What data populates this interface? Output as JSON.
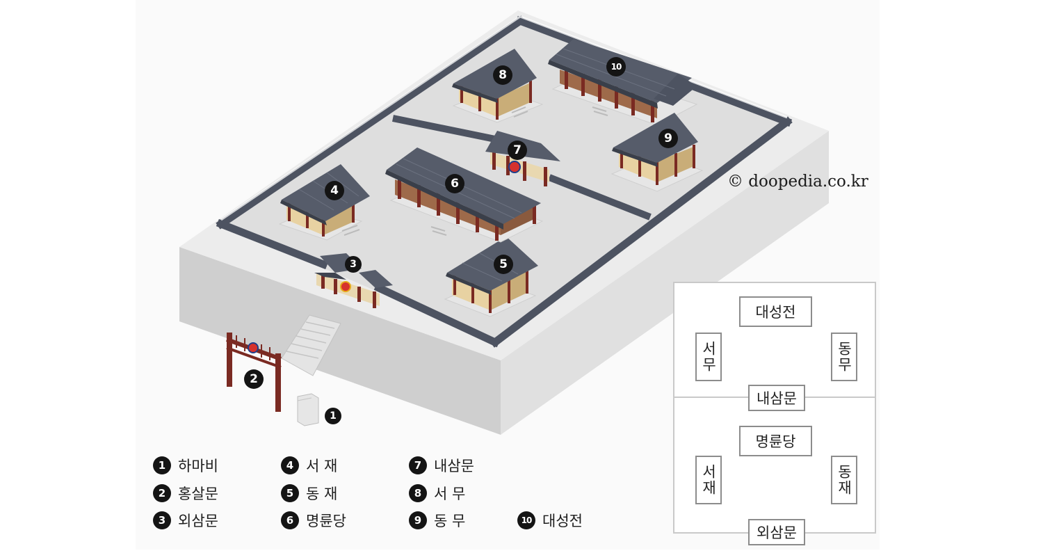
{
  "copyright": "© doopedia.co.kr",
  "markers": [
    "1",
    "2",
    "3",
    "4",
    "5",
    "6",
    "7",
    "8",
    "9",
    "10"
  ],
  "legend": [
    {
      "num": "1",
      "label": "하마비"
    },
    {
      "num": "2",
      "label": "홍살문"
    },
    {
      "num": "3",
      "label": "외삼문"
    },
    {
      "num": "4",
      "label": "서 재"
    },
    {
      "num": "5",
      "label": "동 재"
    },
    {
      "num": "6",
      "label": "명륜당"
    },
    {
      "num": "7",
      "label": "내삼문"
    },
    {
      "num": "8",
      "label": "서 무"
    },
    {
      "num": "9",
      "label": "동 무"
    },
    {
      "num": "10",
      "label": "대성전"
    }
  ],
  "plan": {
    "upper": {
      "top": "대성전",
      "left": "서무",
      "right": "동무",
      "gate": "내삼문"
    },
    "lower": {
      "top": "명륜당",
      "left": "서재",
      "right": "동재",
      "gate": "외삼문"
    }
  },
  "colors": {
    "wall": "#4d5361",
    "roof": "#565c6a",
    "ground": "#dcdcdc",
    "platform_side": "#d3d3d3",
    "pillar": "#7a2a22",
    "interior": "#e6d2a6"
  }
}
